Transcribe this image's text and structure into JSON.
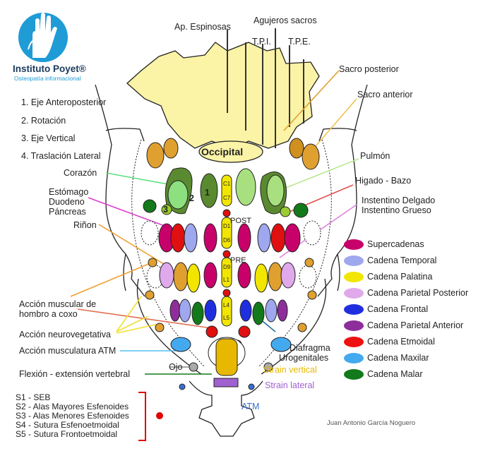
{
  "brand": {
    "name": "Instituto Poyet®",
    "tagline": "Osteopatía informacional",
    "logo_icon": "hand-icon",
    "colors": {
      "logo_blue": "#1f9bd6",
      "logo_text": "#1a3a5c"
    }
  },
  "top_labels": {
    "spinous": "Ap. Espinosas",
    "sacral_holes": "Agujeros sacros",
    "tpi": "T.P.I.",
    "tpe": "T.P.E."
  },
  "center_labels": {
    "occipital": "Occipital",
    "post": "POST",
    "pre": "PRE",
    "ojo": "Ojo",
    "atm": "ATM"
  },
  "axes": [
    "1. Eje Anteroposterior",
    "2. Rotación",
    "3. Eje Vertical",
    "4. Traslación Lateral"
  ],
  "left_labels": {
    "heart": "Corazón",
    "stomach": [
      "Estómago",
      "Duodeno",
      "Páncreas"
    ],
    "kidney": "Riñon",
    "muscular": [
      "Acción muscular de",
      "hombro a coxo"
    ],
    "neuroveg": "Acción neurovegetativa",
    "atm_muscle": "Acción musculatura ATM",
    "flexion": "Flexión - extensión vertebral"
  },
  "right_labels": {
    "sacrum_post": "Sacro posterior",
    "sacrum_ant": "Sacro anterior",
    "lung": "Pulmón",
    "liver": "Higado - Bazo",
    "intestine": [
      "Instentino Delgado",
      "Instentino Grueso"
    ],
    "diaphragm": [
      "Diafragma",
      "Urogenitales"
    ]
  },
  "strain": {
    "vertical": "Strain vertical",
    "lateral": "Strain lateral"
  },
  "marks": {
    "one": "1",
    "two": "2",
    "three": "3"
  },
  "vertebra_codes": [
    "C1",
    "C7",
    "D1",
    "D6",
    "D9",
    "L1",
    "L4",
    "L5"
  ],
  "legend": [
    {
      "label": "Supercadenas",
      "color": "#c8006a"
    },
    {
      "label": "Cadena Temporal",
      "color": "#9fa7ee"
    },
    {
      "label": "Cadena Palatina",
      "color": "#f2e600"
    },
    {
      "label": "Cadena Parietal Posterior",
      "color": "#dfa9ec"
    },
    {
      "label": "Cadena Frontal",
      "color": "#1f2fe0"
    },
    {
      "label": "Cadena Parietal Anterior",
      "color": "#8e2e9a"
    },
    {
      "label": "Cadena Etmoidal",
      "color": "#ee1111"
    },
    {
      "label": "Cadena Maxilar",
      "color": "#44aaf0"
    },
    {
      "label": "Cadena Malar",
      "color": "#127a1a"
    }
  ],
  "sutures": [
    "S1  - SEB",
    "S2  - Alas Mayores Esfenoides",
    "S3  - Alas Menores Esfenoides",
    "S4  - Sutura Esfenoetmoidal",
    "S5  - Sutura Frontoetmoidal"
  ],
  "author": "Juan Antonio García Noguero",
  "colors": {
    "bone": "#fbf3a6",
    "bracket": "#e00000",
    "strain_vertical": "#e8b800",
    "strain_lateral": "#a060d0",
    "atm": "#3a6fd0"
  }
}
